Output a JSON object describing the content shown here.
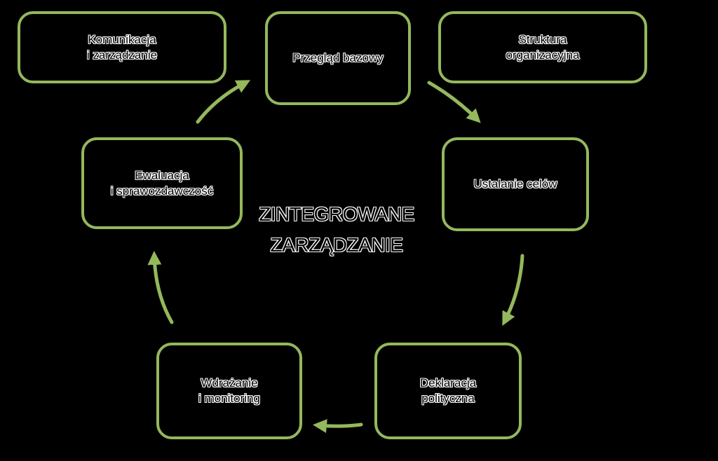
{
  "center_title": "ZINTEGROWANE\nZARZĄDZANIE",
  "colors": {
    "accent": "#94b85c",
    "background": "#000000"
  },
  "boxes": {
    "komunikacja": "Komunikacja\ni zarządzanie",
    "przeglad": "Przegląd bazowy",
    "struktura": "Struktura\norganizacyjna",
    "ewaluacja": "Ewaluacja\ni sprawozdawczość",
    "ustalanie": "Ustalanie celów",
    "wdrazanie": "Wdrażanie\ni monitoring",
    "deklaracja": "Deklaracja\npolityczna"
  }
}
